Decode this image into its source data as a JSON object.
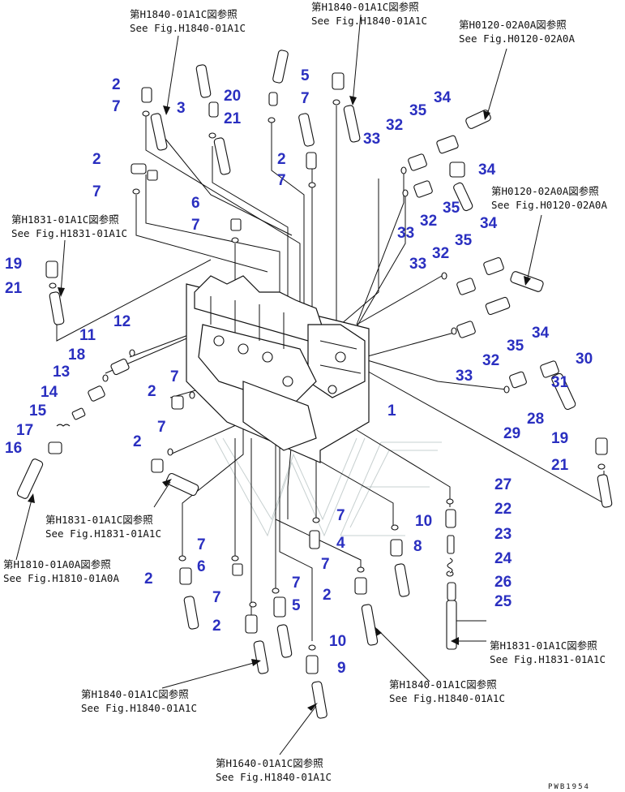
{
  "refs": [
    {
      "id": "r1",
      "jp": "第H1840-01A1C図参照",
      "en": "See Fig.H1840-01A1C"
    },
    {
      "id": "r2",
      "jp": "第H1840-01A1C図参照",
      "en": "See Fig.H1840-01A1C"
    },
    {
      "id": "r3",
      "jp": "第H0120-02A0A図参照",
      "en": "See Fig.H0120-02A0A"
    },
    {
      "id": "r4",
      "jp": "第H0120-02A0A図参照",
      "en": "See Fig.H0120-02A0A"
    },
    {
      "id": "r5",
      "jp": "第H1831-01A1C図参照",
      "en": "See Fig.H1831-01A1C"
    },
    {
      "id": "r6",
      "jp": "第H1831-01A1C図参照",
      "en": "See Fig.H1831-01A1C"
    },
    {
      "id": "r7",
      "jp": "第H1810-01A0A図参照",
      "en": "See Fig.H1810-01A0A"
    },
    {
      "id": "r8",
      "jp": "第H1831-01A1C図参照",
      "en": "See Fig.H1831-01A1C"
    },
    {
      "id": "r9",
      "jp": "第H1840-01A1C図参照",
      "en": "See Fig.H1840-01A1C"
    },
    {
      "id": "r10",
      "jp": "第H1840-01A1C図参照",
      "en": "See Fig.H1840-01A1C"
    },
    {
      "id": "r11",
      "jp": "第H1640-01A1C図参照",
      "en": "See Fig.H1840-01A1C"
    }
  ],
  "callouts": [
    "2",
    "7",
    "3",
    "20",
    "21",
    "5",
    "7",
    "35",
    "34",
    "32",
    "33",
    "2",
    "7",
    "2",
    "7",
    "34",
    "33",
    "32",
    "35",
    "6",
    "7",
    "34",
    "19",
    "21",
    "33",
    "32",
    "35",
    "12",
    "11",
    "34",
    "18",
    "35",
    "13",
    "32",
    "33",
    "14",
    "15",
    "17",
    "16",
    "30",
    "7",
    "2",
    "7",
    "2",
    "31",
    "28",
    "29",
    "1",
    "19",
    "21",
    "27",
    "22",
    "23",
    "24",
    "26",
    "25",
    "7",
    "4",
    "10",
    "8",
    "7",
    "6",
    "2",
    "7",
    "2",
    "7",
    "5",
    "7",
    "2",
    "10",
    "9"
  ],
  "drawing_code": "PWB1954"
}
